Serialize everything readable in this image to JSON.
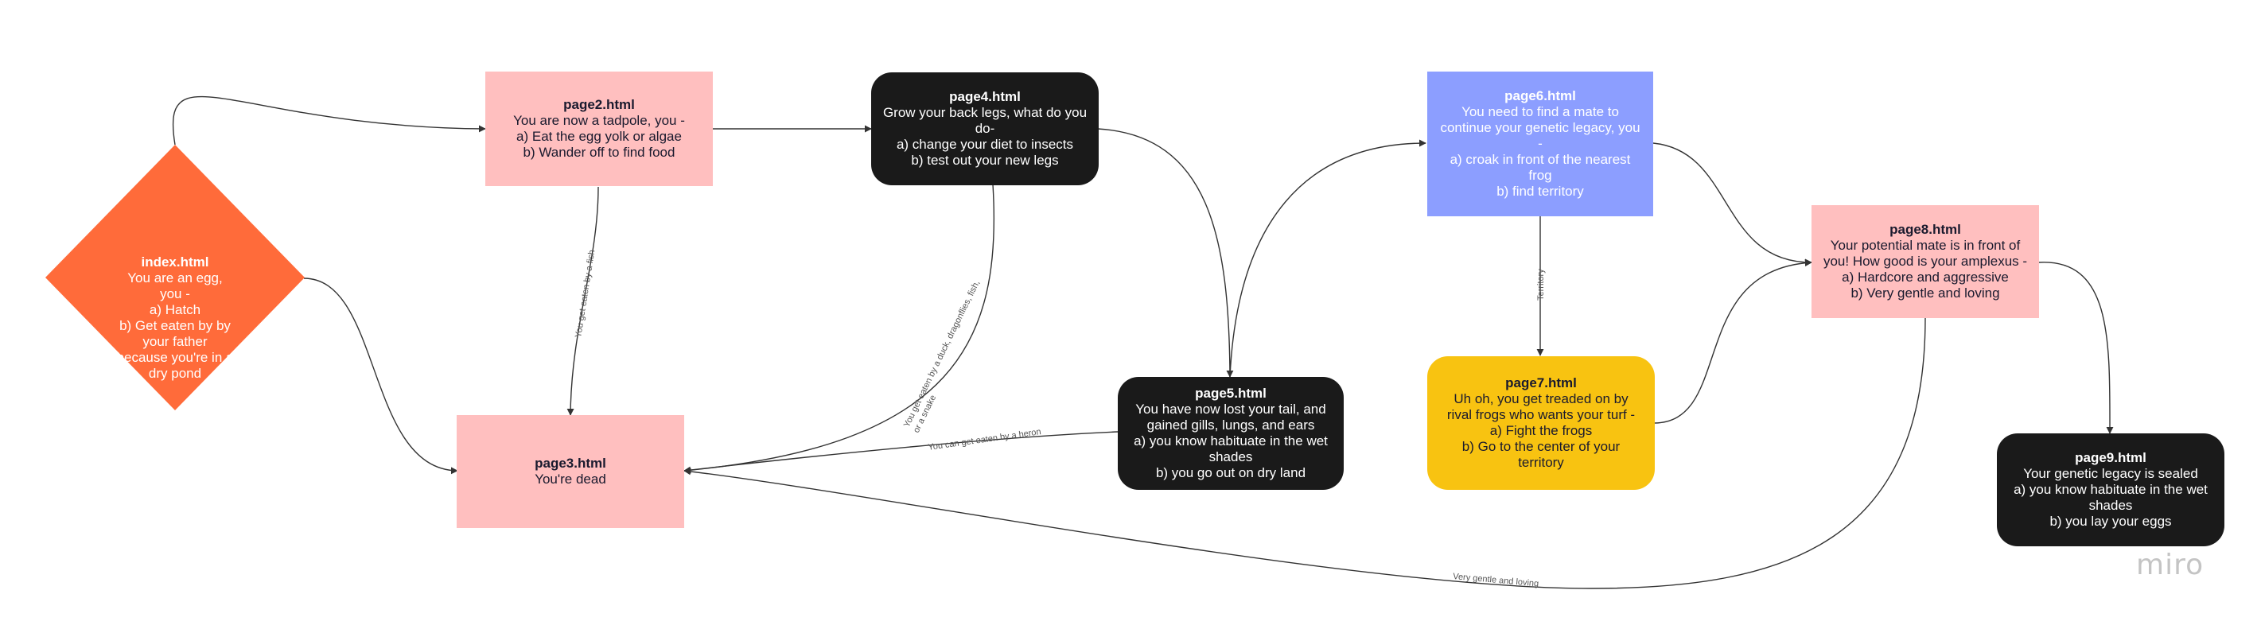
{
  "nodes": {
    "index": {
      "title": "index.html",
      "lines": [
        "You are an egg,",
        "you -",
        "a) Hatch",
        "b) Get eaten by by",
        "your father",
        "because you're in a",
        "dry pond"
      ]
    },
    "page2": {
      "title": "page2.html",
      "lines": [
        "You are now a tadpole, you -",
        "a) Eat the egg yolk or algae",
        "b) Wander off to find food"
      ]
    },
    "page3": {
      "title": "page3.html",
      "lines": [
        "You're dead"
      ]
    },
    "page4": {
      "title": "page4.html",
      "lines": [
        "Grow your back legs, what do you",
        "do-",
        "a) change your diet to insects",
        "b) test out your new legs"
      ]
    },
    "page5": {
      "title": "page5.html",
      "lines": [
        "You have now lost your tail, and",
        "gained gills, lungs, and ears",
        "a) you know habituate in the wet",
        "shades",
        "b) you go out on dry land"
      ]
    },
    "page6": {
      "title": "page6.html",
      "lines": [
        "You need to find a mate to",
        "continue your genetic legacy, you",
        "-",
        "a) croak in front of the nearest",
        "frog",
        "b) find territory"
      ]
    },
    "page7": {
      "title": "page7.html",
      "lines": [
        "Uh oh, you get treaded on by",
        "rival frogs who wants your turf -",
        "a) Fight the frogs",
        "b) Go to the center of your",
        "territory"
      ]
    },
    "page8": {
      "title": "page8.html",
      "lines": [
        "Your potential mate is in front of",
        "you! How good is your amplexus -",
        "a) Hardcore and aggressive",
        "b) Very gentle and loving"
      ]
    },
    "page9": {
      "title": "page9.html",
      "lines": [
        "Your genetic legacy is sealed",
        "a) you know habituate in the wet",
        "shades",
        "b) you lay your eggs"
      ]
    }
  },
  "edge_labels": {
    "fish": "You get eaten by a fish",
    "duck": "You get eaten by a duck, dragonflies, fish,",
    "duck2": "or a snake",
    "heron": "You can get eaten by a heron",
    "territory": "Territory",
    "gentle": "Very gentle and loving"
  },
  "branding": {
    "logo": "miro"
  },
  "colors": {
    "diamond": "#ff6b3a",
    "pink": "#ffbfbf",
    "dark": "#1a1a1a",
    "blue": "#8c9eff",
    "yellow": "#f8c311"
  }
}
